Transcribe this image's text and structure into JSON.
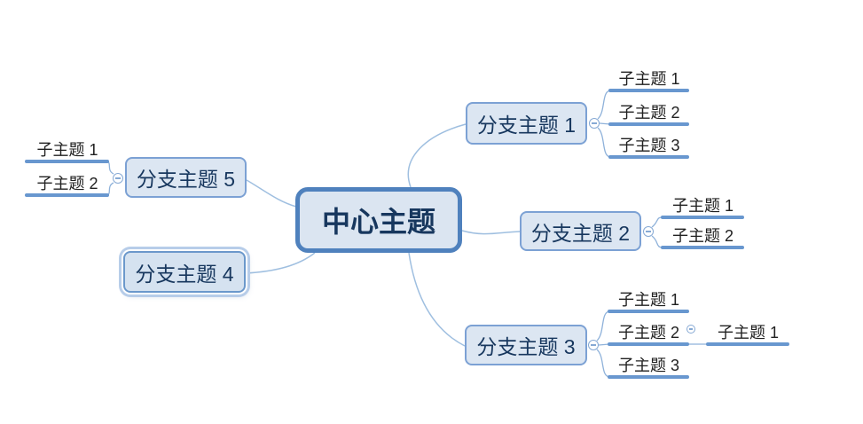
{
  "central_topic": {
    "label": "中心主题"
  },
  "branches": [
    {
      "label": "分支主题 1",
      "children": [
        {
          "label": "子主题 1"
        },
        {
          "label": "子主题 2"
        },
        {
          "label": "子主题 3"
        }
      ]
    },
    {
      "label": "分支主题 2",
      "children": [
        {
          "label": "子主题 1"
        },
        {
          "label": "子主题 2"
        }
      ]
    },
    {
      "label": "分支主题 3",
      "children": [
        {
          "label": "子主题 1"
        },
        {
          "label": "子主题 2",
          "children": [
            {
              "label": "子主题 1"
            }
          ]
        },
        {
          "label": "子主题 3"
        }
      ]
    },
    {
      "label": "分支主题 4",
      "selected": true,
      "children": []
    },
    {
      "label": "分支主题 5",
      "children": [
        {
          "label": "子主题 1"
        },
        {
          "label": "子主题 2"
        }
      ]
    }
  ],
  "icons": {
    "collapse": "minus-circle"
  },
  "colors": {
    "central_border": "#4f81bd",
    "topic_fill": "#dce6f2",
    "topic_border": "#7ca1d4",
    "topic_text": "#17375e",
    "subtopic_text": "#212121",
    "underline": "#6897cf",
    "connector": "#9fbfe0",
    "selection_ring": "#b7cde9",
    "background": "#ffffff"
  }
}
